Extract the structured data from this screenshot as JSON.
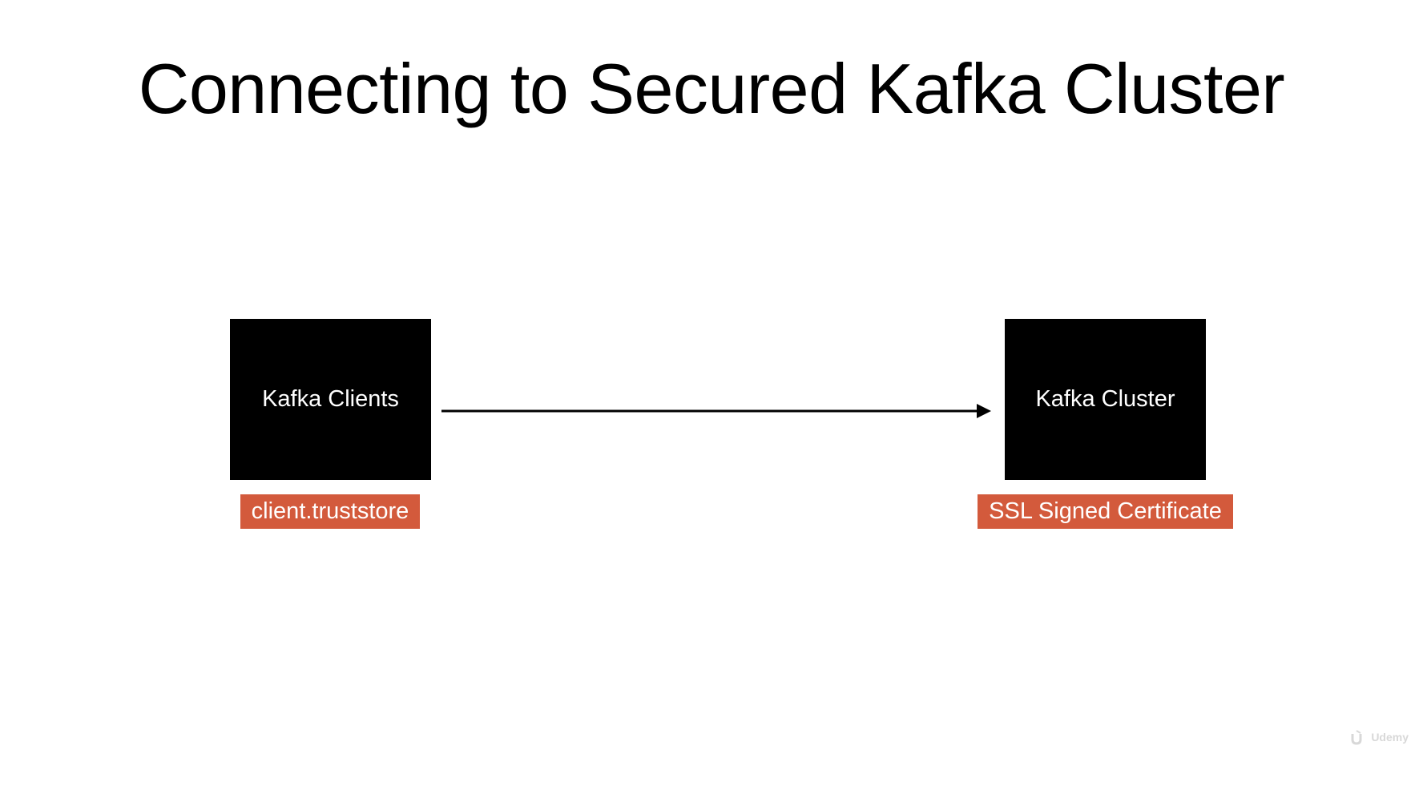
{
  "title": "Connecting to Secured Kafka Cluster",
  "nodes": {
    "clients": {
      "label": "Kafka Clients"
    },
    "cluster": {
      "label": "Kafka Cluster"
    }
  },
  "tags": {
    "clients": "client.truststore",
    "cluster": "SSL Signed Certificate"
  },
  "colors": {
    "node_fill": "#000000",
    "node_text": "#ffffff",
    "tag_fill": "#d35a3c",
    "arrow": "#000000",
    "background": "#ffffff"
  },
  "edges": [
    {
      "from": "Kafka Clients",
      "to": "Kafka Cluster",
      "style": "solid-arrow"
    }
  ],
  "watermark": {
    "text": "Udemy",
    "icon": "udemy-logo-icon"
  }
}
